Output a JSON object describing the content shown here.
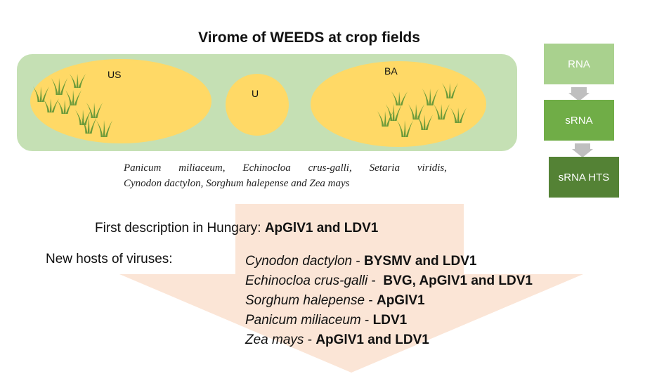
{
  "title": "Virome of WEEDS at crop fields",
  "field": {
    "regions": [
      {
        "label": "US"
      },
      {
        "label": "U"
      },
      {
        "label": "BA"
      }
    ]
  },
  "species_text": {
    "line1": "Panicum miliaceum, Echinocloa crus-galli, Setaria viridis,",
    "line2": "Cynodon dactylon, Sorghum halepense and Zea mays"
  },
  "flow": [
    "RNA",
    "sRNA",
    "sRNA HTS"
  ],
  "first_description": {
    "prefix": "First description in Hungary: ",
    "viruses": "ApGlV1 and LDV1"
  },
  "new_hosts_label": "New hosts of viruses:",
  "new_hosts": [
    {
      "host": "Cynodon dactylon",
      "sep": " - ",
      "viruses": "BYSMV and LDV1"
    },
    {
      "host": "Echinocloa crus-galli",
      "sep": " -  ",
      "viruses": "BVG, ApGlV1 and LDV1"
    },
    {
      "host": "Sorghum halepense",
      "sep": " - ",
      "viruses": "ApGlV1"
    },
    {
      "host": "Panicum miliaceum",
      "sep": " - ",
      "viruses": "LDV1"
    },
    {
      "host": "Zea mays",
      "sep": " - ",
      "viruses": "ApGlV1 and LDV1"
    }
  ],
  "colors": {
    "field": "#c5e0b4",
    "ellipse": "#ffd966",
    "arrow": "#fbe5d6",
    "grass": "#6b9a3a",
    "flow1": "#a9d18e",
    "flow2": "#70ad47",
    "flow3": "#548235"
  }
}
